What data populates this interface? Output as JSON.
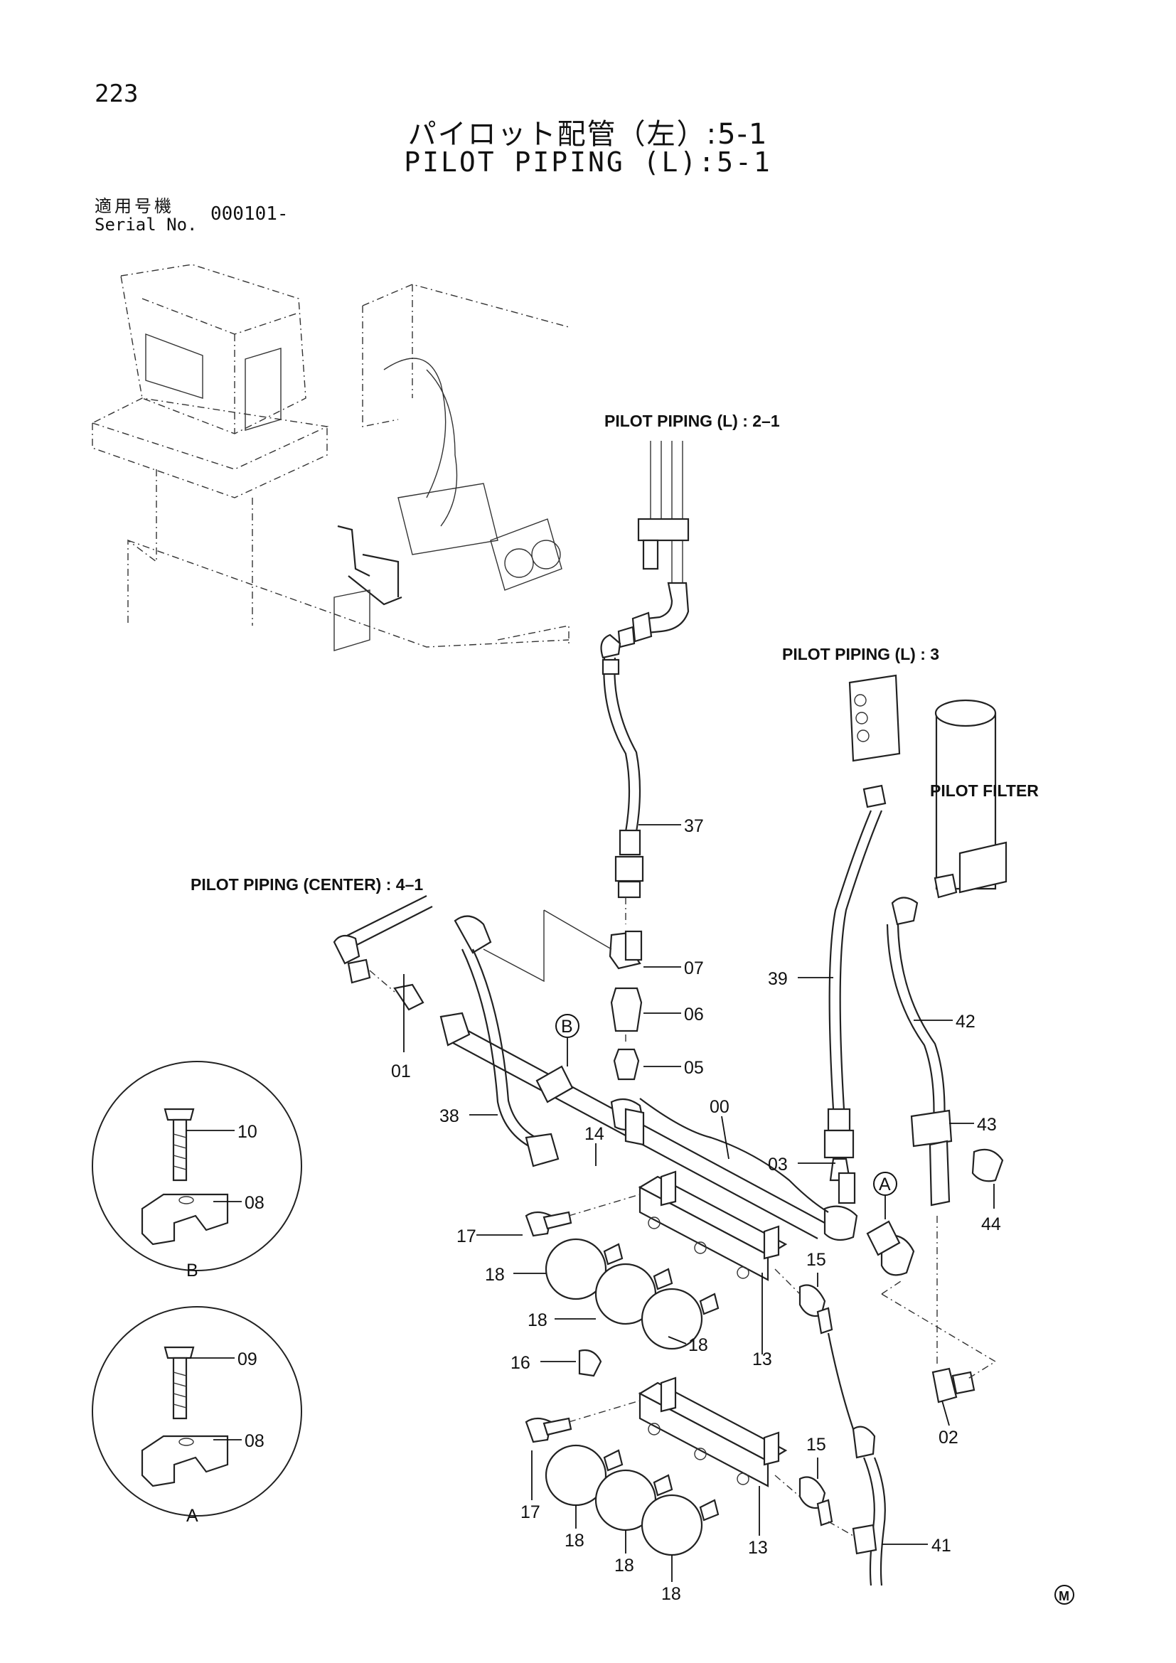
{
  "page": {
    "number": "223",
    "title_jp": "パイロット配管（左）:5-1",
    "title_en": "PILOT PIPING (L):5-1",
    "serial_label_jp": "適用号機",
    "serial_label_en": "Serial No.",
    "serial_value": "000101-",
    "mark": "M"
  },
  "references": {
    "pilot_l_2_1": "PILOT PIPING (L) : 2–1",
    "pilot_l_3": "PILOT PIPING (L) : 3",
    "pilot_filter": "PILOT FILTER",
    "pilot_center": "PILOT PIPING (CENTER) : 4–1"
  },
  "detail_views": {
    "b_label": "B",
    "a_label": "A",
    "b_marker": "B",
    "a_marker": "A"
  },
  "callouts": {
    "p37": "37",
    "p07": "07",
    "p06": "06",
    "p05": "05",
    "p39": "39",
    "p42": "42",
    "p43": "43",
    "p44": "44",
    "p01": "01",
    "p38": "38",
    "p14": "14",
    "p00": "00",
    "p03": "03",
    "p10": "10",
    "p08b": "08",
    "p17a": "17",
    "p18a": "18",
    "p18b": "18",
    "p18c": "18",
    "p13a": "13",
    "p15a": "15",
    "p16": "16",
    "p02": "02",
    "p09": "09",
    "p08a": "08",
    "p17b": "17",
    "p18d": "18",
    "p18e": "18",
    "p18f": "18",
    "p13b": "13",
    "p15b": "15",
    "p41": "41"
  }
}
